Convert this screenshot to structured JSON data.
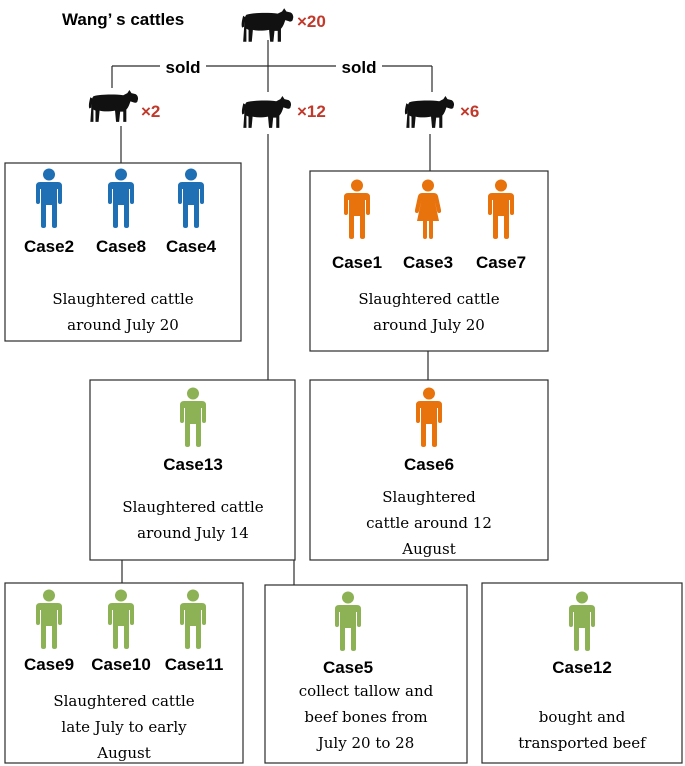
{
  "colors": {
    "blue": "#1f6fb5",
    "orange": "#e8720c",
    "green": "#8db255",
    "red": "#c0392b",
    "cow": "#111111"
  },
  "header": {
    "title": "Wang’ s cattles"
  },
  "herd": {
    "main": {
      "multiplier": "×20"
    },
    "left": {
      "multiplier": "×2"
    },
    "middle": {
      "multiplier": "×12"
    },
    "right": {
      "multiplier": "×6"
    }
  },
  "edges": {
    "sold_left": "sold",
    "sold_right": "sold"
  },
  "boxes": {
    "blue_group": {
      "cases": [
        {
          "label": "Case2",
          "icon": "male-person-icon"
        },
        {
          "label": "Case8",
          "icon": "male-person-icon"
        },
        {
          "label": "Case4",
          "icon": "male-person-icon"
        }
      ],
      "desc": [
        "Slaughtered cattle",
        "around July 20"
      ]
    },
    "orange_group": {
      "cases": [
        {
          "label": "Case1",
          "icon": "male-person-icon"
        },
        {
          "label": "Case3",
          "icon": "female-person-icon"
        },
        {
          "label": "Case7",
          "icon": "male-person-icon"
        }
      ],
      "desc": [
        "Slaughtered cattle",
        "around July 20"
      ]
    },
    "case13": {
      "cases": [
        {
          "label": "Case13",
          "icon": "male-person-icon"
        }
      ],
      "desc": [
        "Slaughtered cattle",
        "around July 14"
      ]
    },
    "case6": {
      "cases": [
        {
          "label": "Case6",
          "icon": "male-person-icon"
        }
      ],
      "desc": [
        "Slaughtered",
        "cattle around 12",
        "August"
      ]
    },
    "green_group": {
      "cases": [
        {
          "label": "Case9",
          "icon": "male-person-icon"
        },
        {
          "label": "Case10",
          "icon": "male-person-icon"
        },
        {
          "label": "Case11",
          "icon": "male-person-icon"
        }
      ],
      "desc": [
        "Slaughtered cattle",
        "late July to early",
        "August"
      ]
    },
    "case5": {
      "cases": [
        {
          "label": "Case5",
          "icon": "male-person-icon"
        }
      ],
      "desc": [
        "collect tallow and",
        "beef bones from",
        "July 20 to 28"
      ]
    },
    "case12": {
      "cases": [
        {
          "label": "Case12",
          "icon": "male-person-icon"
        }
      ],
      "desc": [
        "bought and",
        "transported beef"
      ]
    }
  }
}
